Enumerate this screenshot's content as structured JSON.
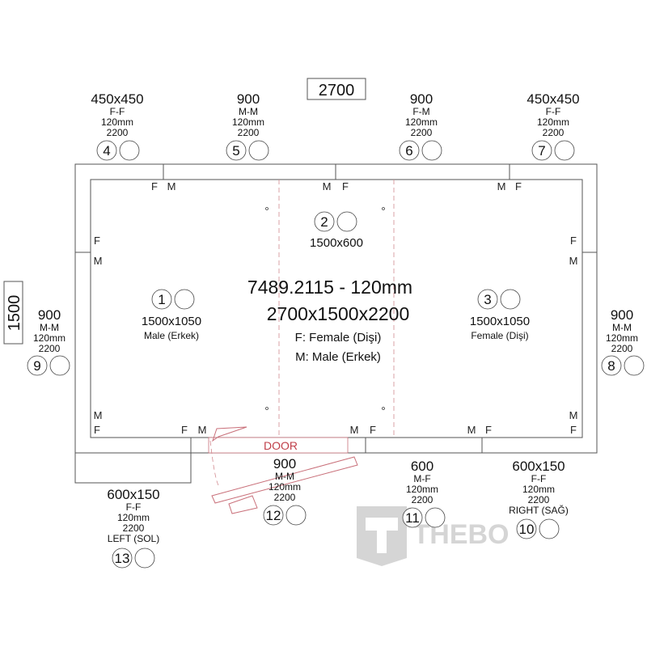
{
  "dims": {
    "width": "2700",
    "depth": "1500"
  },
  "center": {
    "code": "7489.2115 - 120mm",
    "size": "2700x1500x2200",
    "legend_f": "F: Female (Dişi)",
    "legend_m": "M: Male (Erkek)"
  },
  "door_label": "DOOR",
  "watermark": "THEBO",
  "panels": [
    {
      "num": "1",
      "size": "1500x1050",
      "desc": "Male (Erkek)"
    },
    {
      "num": "2",
      "size": "1500x600"
    },
    {
      "num": "3",
      "size": "1500x1050",
      "desc": "Female (Dişi)"
    },
    {
      "num": "4",
      "size": "450x450",
      "joint": "F-F",
      "thick": "120mm",
      "h": "2200"
    },
    {
      "num": "5",
      "size": "900",
      "joint": "M-M",
      "thick": "120mm",
      "h": "2200"
    },
    {
      "num": "6",
      "size": "900",
      "joint": "F-M",
      "thick": "120mm",
      "h": "2200"
    },
    {
      "num": "7",
      "size": "450x450",
      "joint": "F-F",
      "thick": "120mm",
      "h": "2200"
    },
    {
      "num": "8",
      "size": "900",
      "joint": "M-M",
      "thick": "120mm",
      "h": "2200"
    },
    {
      "num": "9",
      "size": "900",
      "joint": "M-M",
      "thick": "120mm",
      "h": "2200"
    },
    {
      "num": "10",
      "size": "600x150",
      "joint": "F-F",
      "thick": "120mm",
      "h": "2200",
      "side": "RIGHT (SAĞ)"
    },
    {
      "num": "11",
      "size": "600",
      "joint": "M-F",
      "thick": "120mm",
      "h": "2200"
    },
    {
      "num": "12",
      "size": "900",
      "joint": "M-M",
      "thick": "120mm",
      "h": "2200"
    },
    {
      "num": "13",
      "size": "600x150",
      "joint": "F-F",
      "thick": "120mm",
      "h": "2200",
      "side": "LEFT (SOL)"
    }
  ],
  "marks": {
    "f": "F",
    "m": "M"
  }
}
